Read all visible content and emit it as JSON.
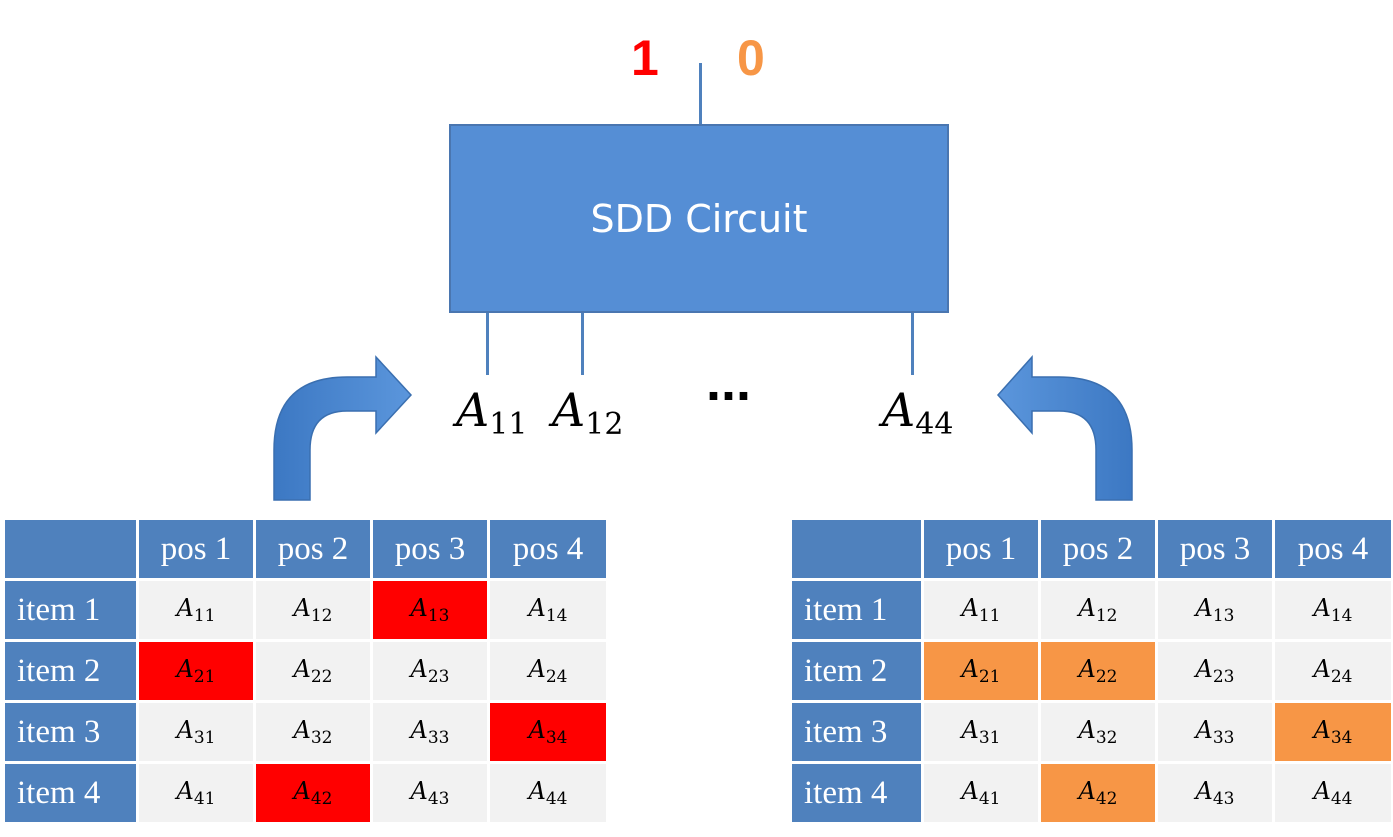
{
  "outputs": {
    "one": "1",
    "zero": "0"
  },
  "circuit": {
    "label": "SDD Circuit"
  },
  "inputs": {
    "a11": {
      "base": "A",
      "sub": "11"
    },
    "a12": {
      "base": "A",
      "sub": "12"
    },
    "ellipsis": "...",
    "a44": {
      "base": "A",
      "sub": "44"
    }
  },
  "colors": {
    "box": "#558ed5",
    "header": "#4f81bd",
    "cell": "#f2f2f2",
    "red": "#ff0000",
    "orange": "#f79646",
    "arrow": "#4a86cf"
  },
  "tables": [
    {
      "highlight": "#ff0000",
      "columns": [
        "",
        "pos 1",
        "pos 2",
        "pos 3",
        "pos 4"
      ],
      "rows": [
        {
          "label": "item 1",
          "cells": [
            {
              "v": "11",
              "on": false
            },
            {
              "v": "12",
              "on": false
            },
            {
              "v": "13",
              "on": true
            },
            {
              "v": "14",
              "on": false
            }
          ]
        },
        {
          "label": "item 2",
          "cells": [
            {
              "v": "21",
              "on": true
            },
            {
              "v": "22",
              "on": false
            },
            {
              "v": "23",
              "on": false
            },
            {
              "v": "24",
              "on": false
            }
          ]
        },
        {
          "label": "item 3",
          "cells": [
            {
              "v": "31",
              "on": false
            },
            {
              "v": "32",
              "on": false
            },
            {
              "v": "33",
              "on": false
            },
            {
              "v": "34",
              "on": true
            }
          ]
        },
        {
          "label": "item 4",
          "cells": [
            {
              "v": "41",
              "on": false
            },
            {
              "v": "42",
              "on": true
            },
            {
              "v": "43",
              "on": false
            },
            {
              "v": "44",
              "on": false
            }
          ]
        }
      ]
    },
    {
      "highlight": "#f79646",
      "columns": [
        "",
        "pos 1",
        "pos 2",
        "pos 3",
        "pos 4"
      ],
      "rows": [
        {
          "label": "item 1",
          "cells": [
            {
              "v": "11",
              "on": false
            },
            {
              "v": "12",
              "on": false
            },
            {
              "v": "13",
              "on": false
            },
            {
              "v": "14",
              "on": false
            }
          ]
        },
        {
          "label": "item 2",
          "cells": [
            {
              "v": "21",
              "on": true
            },
            {
              "v": "22",
              "on": true
            },
            {
              "v": "23",
              "on": false
            },
            {
              "v": "24",
              "on": false
            }
          ]
        },
        {
          "label": "item 3",
          "cells": [
            {
              "v": "31",
              "on": false
            },
            {
              "v": "32",
              "on": false
            },
            {
              "v": "33",
              "on": false
            },
            {
              "v": "34",
              "on": true
            }
          ]
        },
        {
          "label": "item 4",
          "cells": [
            {
              "v": "41",
              "on": false
            },
            {
              "v": "42",
              "on": true
            },
            {
              "v": "43",
              "on": false
            },
            {
              "v": "44",
              "on": false
            }
          ]
        }
      ]
    }
  ]
}
